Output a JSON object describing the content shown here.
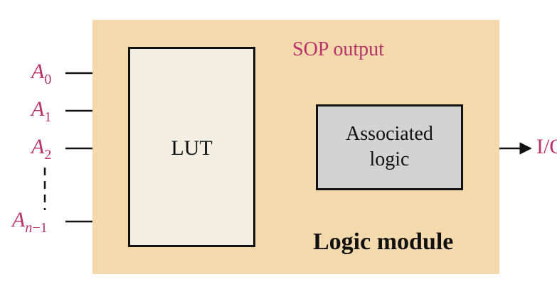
{
  "colors": {
    "module_fill": "#f3d9ab",
    "lut_fill": "#f2eee2",
    "assoc_fill": "#d3d3d3",
    "label_magenta": "#b8336a",
    "line": "#111111"
  },
  "diagram": {
    "inputs": [
      {
        "var": "A",
        "sub": "0"
      },
      {
        "var": "A",
        "sub": "1"
      },
      {
        "var": "A",
        "sub": "2"
      },
      {
        "var": "A",
        "sub": "n",
        "sub_tail": "−1"
      }
    ],
    "lut_label": "LUT",
    "assoc_label_line1": "Associated",
    "assoc_label_line2": "logic",
    "sop_label": "SOP output",
    "io_label": "I/O",
    "module_label": "Logic module"
  }
}
